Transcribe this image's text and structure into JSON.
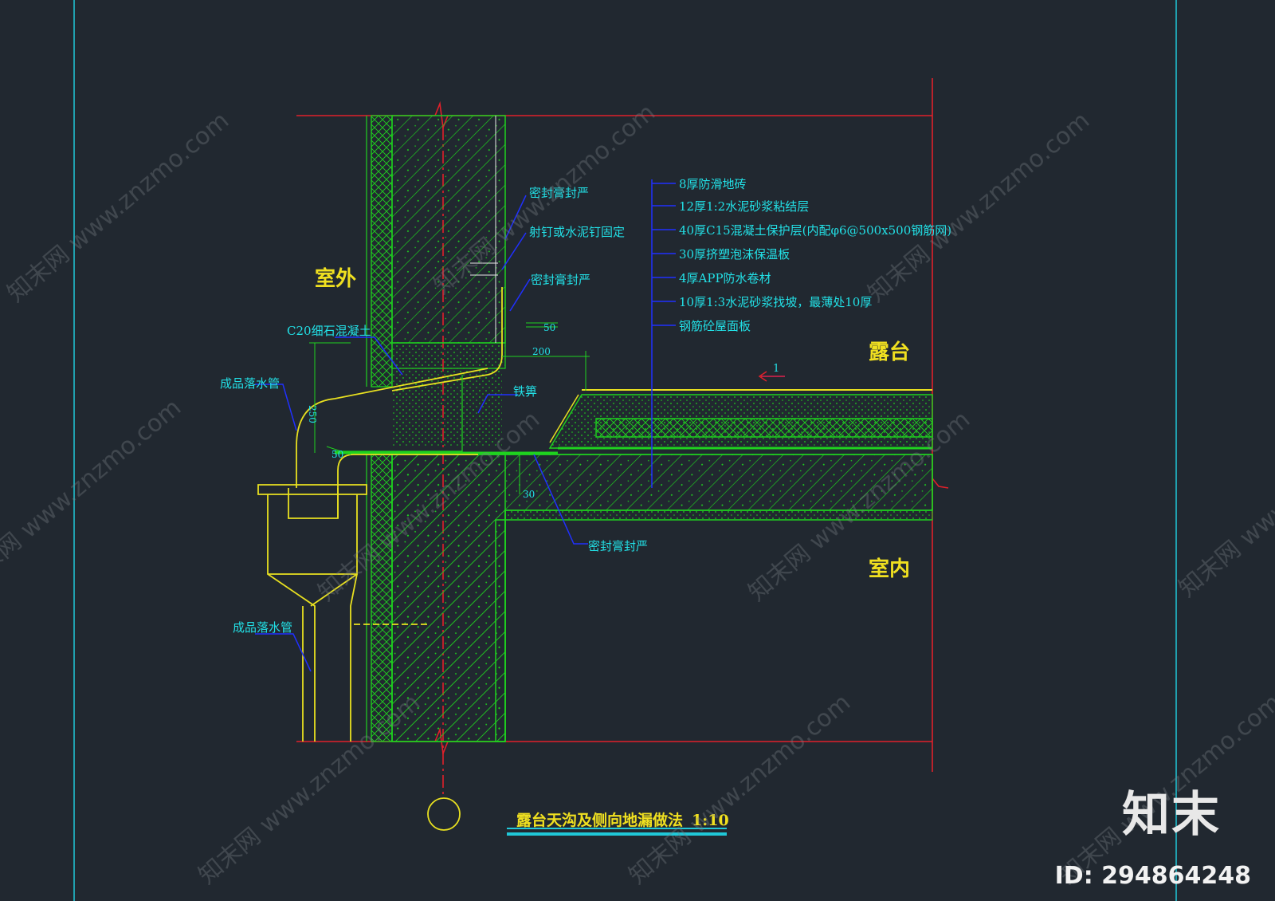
{
  "drawing": {
    "title": "露台天沟及侧向地漏做法",
    "scale": "1:10",
    "zones": {
      "outdoor": "室外",
      "terrace": "露台",
      "indoor": "室内"
    },
    "layers": [
      "8厚防滑地砖",
      "12厚1:2水泥砂浆粘结层",
      "40厚C15混凝土保护层(内配φ6@500x500钢筋网)",
      "30厚挤塑泡沫保温板",
      "4厚APP防水卷材",
      "10厚1:3水泥砂浆找坡，最薄处10厚",
      "钢筋砼屋面板"
    ],
    "callouts": {
      "sealant_top": "密封膏封严",
      "nail_fix": "射钉或水泥钉固定",
      "sealant_mid": "密封膏封严",
      "c20_concrete": "C20细石混凝土",
      "pipe_top": "成品落水管",
      "cast_iron": "铁箅",
      "sealant_bottom": "密封膏封严",
      "pipe_bottom": "成品落水管"
    },
    "dimensions": {
      "d200": "200",
      "d250": "250",
      "d50a": "50",
      "d50b": "50",
      "d30": "30"
    },
    "slope": "1"
  },
  "watermark": {
    "text": "知末网 www.znzmo.com"
  },
  "brand": {
    "logo": "知末",
    "id_label": "ID: 294864248"
  },
  "colors": {
    "background": "#212830",
    "concrete": "#1fd21f",
    "red_line": "#e0202a",
    "text_cyan": "#22e0e6",
    "leader_blue": "#2030ff",
    "drain_yellow": "#e8e020",
    "frame_cyan": "#20c8d8"
  }
}
